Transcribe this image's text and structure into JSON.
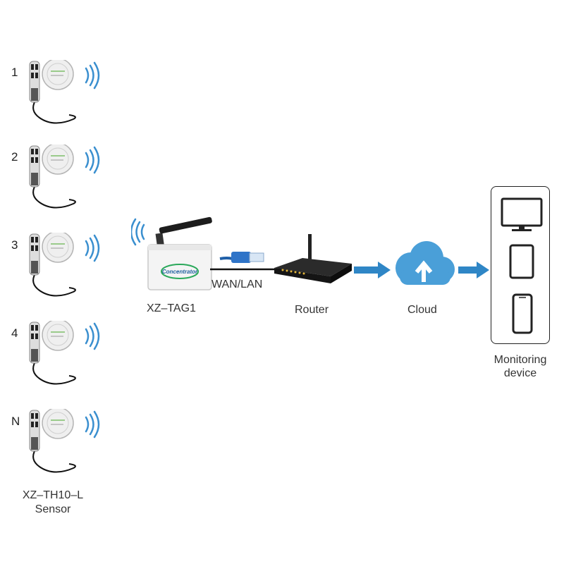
{
  "sensors": [
    {
      "number": "1"
    },
    {
      "number": "2"
    },
    {
      "number": "3"
    },
    {
      "number": "4"
    },
    {
      "number": "N"
    }
  ],
  "sensor_caption": {
    "line1": "XZ–TH10–L",
    "line2": "Sensor"
  },
  "concentrator": {
    "brand_text": "Concentrator",
    "label": "XZ–TAG1"
  },
  "link_label": "WAN/LAN",
  "router": {
    "label": "Router"
  },
  "cloud": {
    "label": "Cloud"
  },
  "monitoring": {
    "line1": "Monitoring",
    "line2": "device"
  },
  "colors": {
    "arrow": "#2f86c6",
    "cloud": "#4a9fd8",
    "wave": "#3a8fcf",
    "device": "#222222"
  },
  "icons": [
    "wifi-waves-icon",
    "antenna-icon",
    "ethernet-plug-icon",
    "cloud-upload-icon",
    "monitor-icon",
    "tablet-icon",
    "phone-icon"
  ]
}
